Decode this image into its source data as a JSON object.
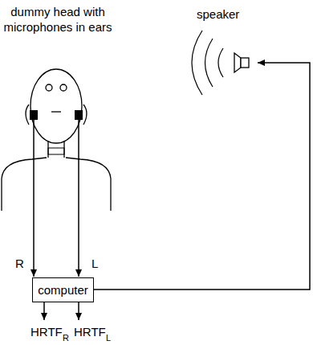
{
  "diagram": {
    "nodes": [
      {
        "text": [
          "computer"
        ]
      }
    ],
    "labels": [
      "dummy head with microphones in ears",
      "speaker",
      "R",
      "L",
      "HRTF",
      "R",
      "HRTF",
      "L"
    ]
  }
}
